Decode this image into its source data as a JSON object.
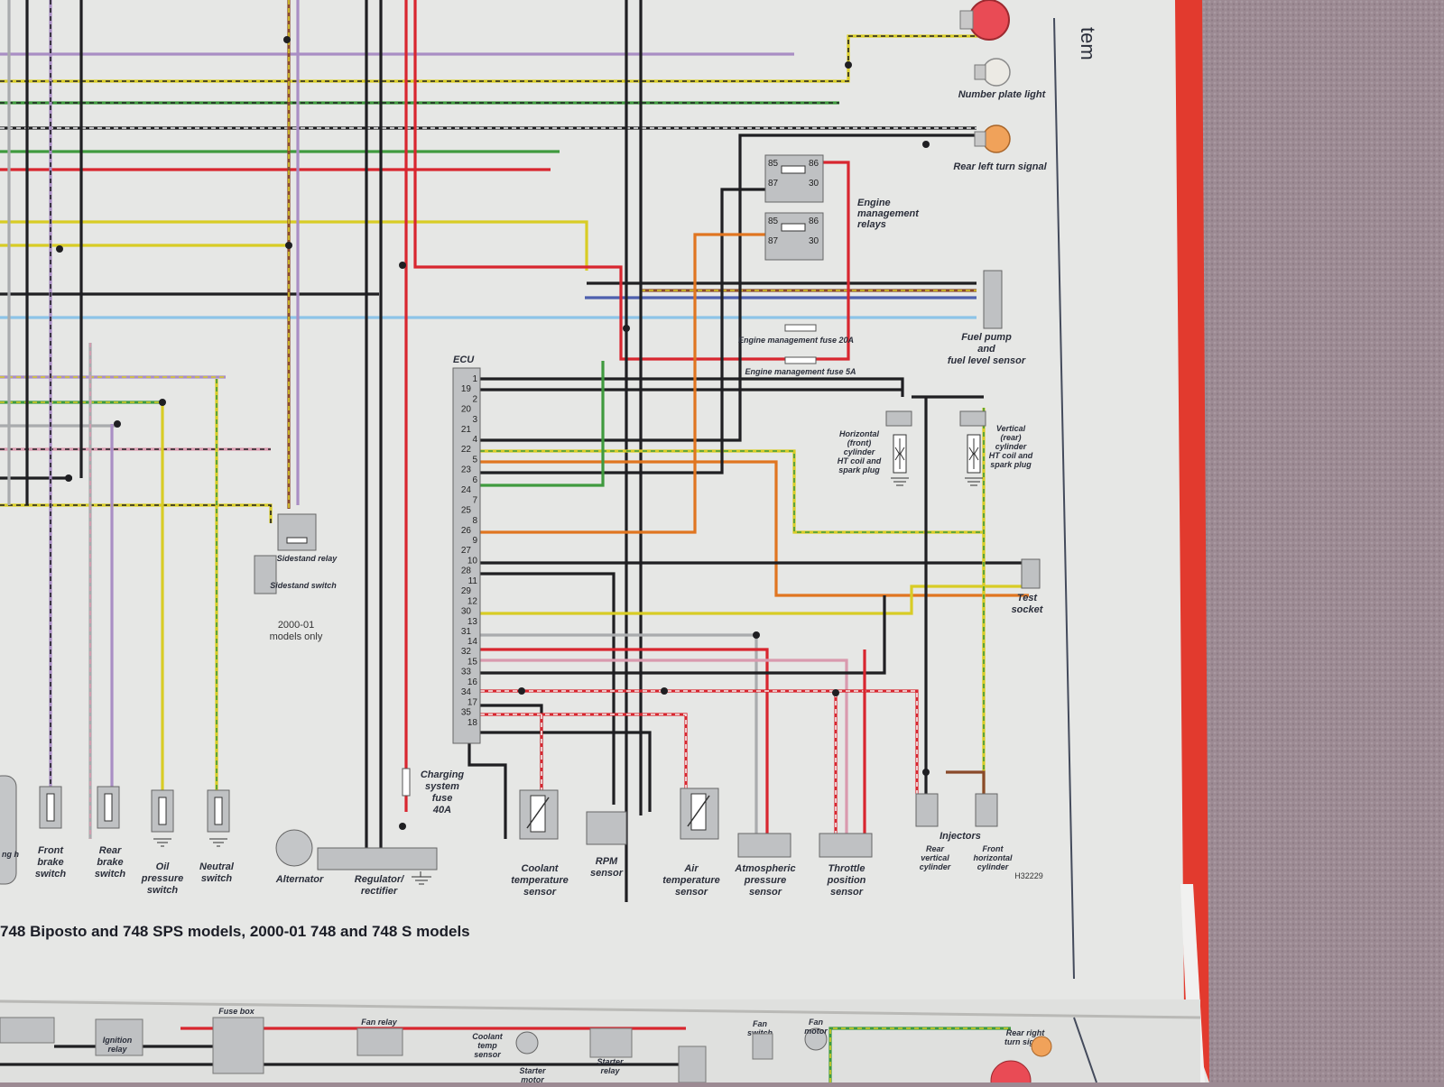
{
  "page": {
    "top_right_fragment": "tem",
    "caption": "748 Biposto and 748 SPS models, 2000-01 748 and 748 S models",
    "ref_code": "H32229"
  },
  "lights": {
    "number_plate_light": "Number plate light",
    "rear_left_turn_signal": "Rear left turn signal"
  },
  "relays": {
    "engine_management_relays": "Engine management relays",
    "relay_pins": [
      "85",
      "86",
      "87",
      "30"
    ]
  },
  "fuses": {
    "engine_management_fuse_20a": "Engine management fuse 20A",
    "engine_management_fuse_5a": "Engine management fuse 5A",
    "charging_system_fuse": "Charging system fuse 40A"
  },
  "ecu": {
    "label": "ECU",
    "pins_right": [
      "1",
      "2",
      "3",
      "4",
      "5",
      "6",
      "7",
      "8",
      "9",
      "10",
      "11",
      "12",
      "13",
      "14",
      "15",
      "16",
      "17",
      "18"
    ],
    "pins_left": [
      "19",
      "20",
      "21",
      "22",
      "23",
      "24",
      "25",
      "26",
      "27",
      "28",
      "29",
      "30",
      "31",
      "32",
      "33",
      "34",
      "35"
    ]
  },
  "components": {
    "fuel_pump": "Fuel pump and fuel level sensor",
    "horizontal_coil": "Horizontal (front) cylinder HT coil and spark plug",
    "vertical_coil": "Vertical (rear) cylinder HT coil and spark plug",
    "test_socket": "Test socket",
    "sidestand_relay": "Sidestand relay",
    "sidestand_switch": "Sidestand switch",
    "models_note": "2000-01 models only",
    "front_brake_switch": "Front brake switch",
    "rear_brake_switch": "Rear brake switch",
    "oil_pressure_switch": "Oil pressure switch",
    "neutral_switch": "Neutral switch",
    "alternator": "Alternator",
    "regulator": "Regulator/ rectifier",
    "coolant_sensor": "Coolant temperature sensor",
    "rpm_sensor": "RPM sensor",
    "air_temp_sensor": "Air temperature sensor",
    "atmospheric_sensor": "Atmospheric pressure sensor",
    "throttle_sensor": "Throttle position sensor",
    "injectors": "Injectors",
    "rear_vertical_cylinder": "Rear vertical cylinder",
    "front_horizontal_cylinder": "Front horizontal cylinder",
    "left_edge_fragment": "ng h"
  },
  "bottom_page": {
    "ignition_relay": "Ignition relay",
    "fuse_box": "Fuse box",
    "fan_relay": "Fan relay",
    "coolant_temp_sensor": "Coolant temp sensor",
    "starter_motor": "Starter motor",
    "starter_relay": "Starter relay",
    "fan_switch": "Fan switch",
    "fan_motor": "Fan motor",
    "rear_right_turn_signal": "Rear right turn signal"
  },
  "colors": {
    "carpet": "#9c8a93",
    "paper": "#e6e7e5",
    "red_edge": "#e23a2e",
    "wire_black": "#1f1f22",
    "wire_red": "#d8262f",
    "wire_yellow": "#d8cc25",
    "wire_green": "#3f9a3e",
    "wire_orange": "#e07520",
    "wire_blue": "#4d5fae",
    "wire_lightblue": "#8cc4e8",
    "wire_violet": "#a98ec4",
    "wire_pink": "#d99aae",
    "wire_brown": "#8a4a2a",
    "wire_grey": "#a9abad",
    "wire_white": "#f4f4f4"
  }
}
